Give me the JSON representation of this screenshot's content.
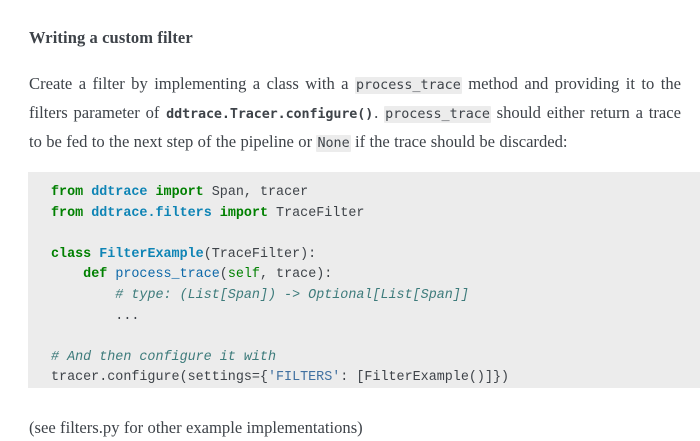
{
  "document": {
    "heading": "Writing a custom filter",
    "intro_paragraph": {
      "segment_1": "Create a filter by implementing a class with a ",
      "code_1": "process_trace",
      "segment_2": " method and providing it to the filters parameter of ",
      "code_2": "ddtrace.Tracer.configure()",
      "segment_3": ". ",
      "code_3": "process_trace",
      "segment_4": " should either return a trace to be fed to the next step of the pipeline or ",
      "code_4": "None",
      "segment_5": " if the trace should be discarded:"
    },
    "closing_paragraph": "(see filters.py for other example implementations)"
  },
  "code_block": {
    "language": "python",
    "background_color": "#ECECEC",
    "lines": [
      {
        "tokens": [
          {
            "t": "from",
            "c": "k"
          },
          {
            "t": " ",
            "c": "n"
          },
          {
            "t": "ddtrace",
            "c": "nn"
          },
          {
            "t": " ",
            "c": "n"
          },
          {
            "t": "import",
            "c": "k"
          },
          {
            "t": " Span, tracer",
            "c": "n"
          }
        ]
      },
      {
        "tokens": [
          {
            "t": "from",
            "c": "k"
          },
          {
            "t": " ",
            "c": "n"
          },
          {
            "t": "ddtrace.filters",
            "c": "nn"
          },
          {
            "t": " ",
            "c": "n"
          },
          {
            "t": "import",
            "c": "k"
          },
          {
            "t": " TraceFilter",
            "c": "n"
          }
        ]
      },
      {
        "tokens": []
      },
      {
        "tokens": [
          {
            "t": "class",
            "c": "k"
          },
          {
            "t": " ",
            "c": "n"
          },
          {
            "t": "FilterExample",
            "c": "nn"
          },
          {
            "t": "(TraceFilter):",
            "c": "n"
          }
        ]
      },
      {
        "tokens": [
          {
            "t": "    ",
            "c": "n"
          },
          {
            "t": "def",
            "c": "k"
          },
          {
            "t": " ",
            "c": "n"
          },
          {
            "t": "process_trace",
            "c": "nf"
          },
          {
            "t": "(",
            "c": "n"
          },
          {
            "t": "self",
            "c": "bp"
          },
          {
            "t": ", trace):",
            "c": "n"
          }
        ]
      },
      {
        "tokens": [
          {
            "t": "        ",
            "c": "n"
          },
          {
            "t": "# type: (List[Span]) -> Optional[List[Span]]",
            "c": "c1"
          }
        ]
      },
      {
        "tokens": [
          {
            "t": "        ...",
            "c": "n"
          }
        ]
      },
      {
        "tokens": []
      },
      {
        "tokens": [
          {
            "t": "# And then configure it with",
            "c": "c1"
          }
        ]
      },
      {
        "tokens": [
          {
            "t": "tracer.configure(settings={",
            "c": "n"
          },
          {
            "t": "'FILTERS'",
            "c": "s1"
          },
          {
            "t": ": [FilterExample()]})",
            "c": "n"
          }
        ]
      }
    ]
  },
  "colors": {
    "text": "#3E4349",
    "code_background": "#ECECEC",
    "inline_code_background": "#ECECEC",
    "keyword": "#008000",
    "class_name": "#0E84B5",
    "function_name": "#0D68A8",
    "comment": "#3D7B7B",
    "string": "#4070A0",
    "builtin": "#008000"
  }
}
